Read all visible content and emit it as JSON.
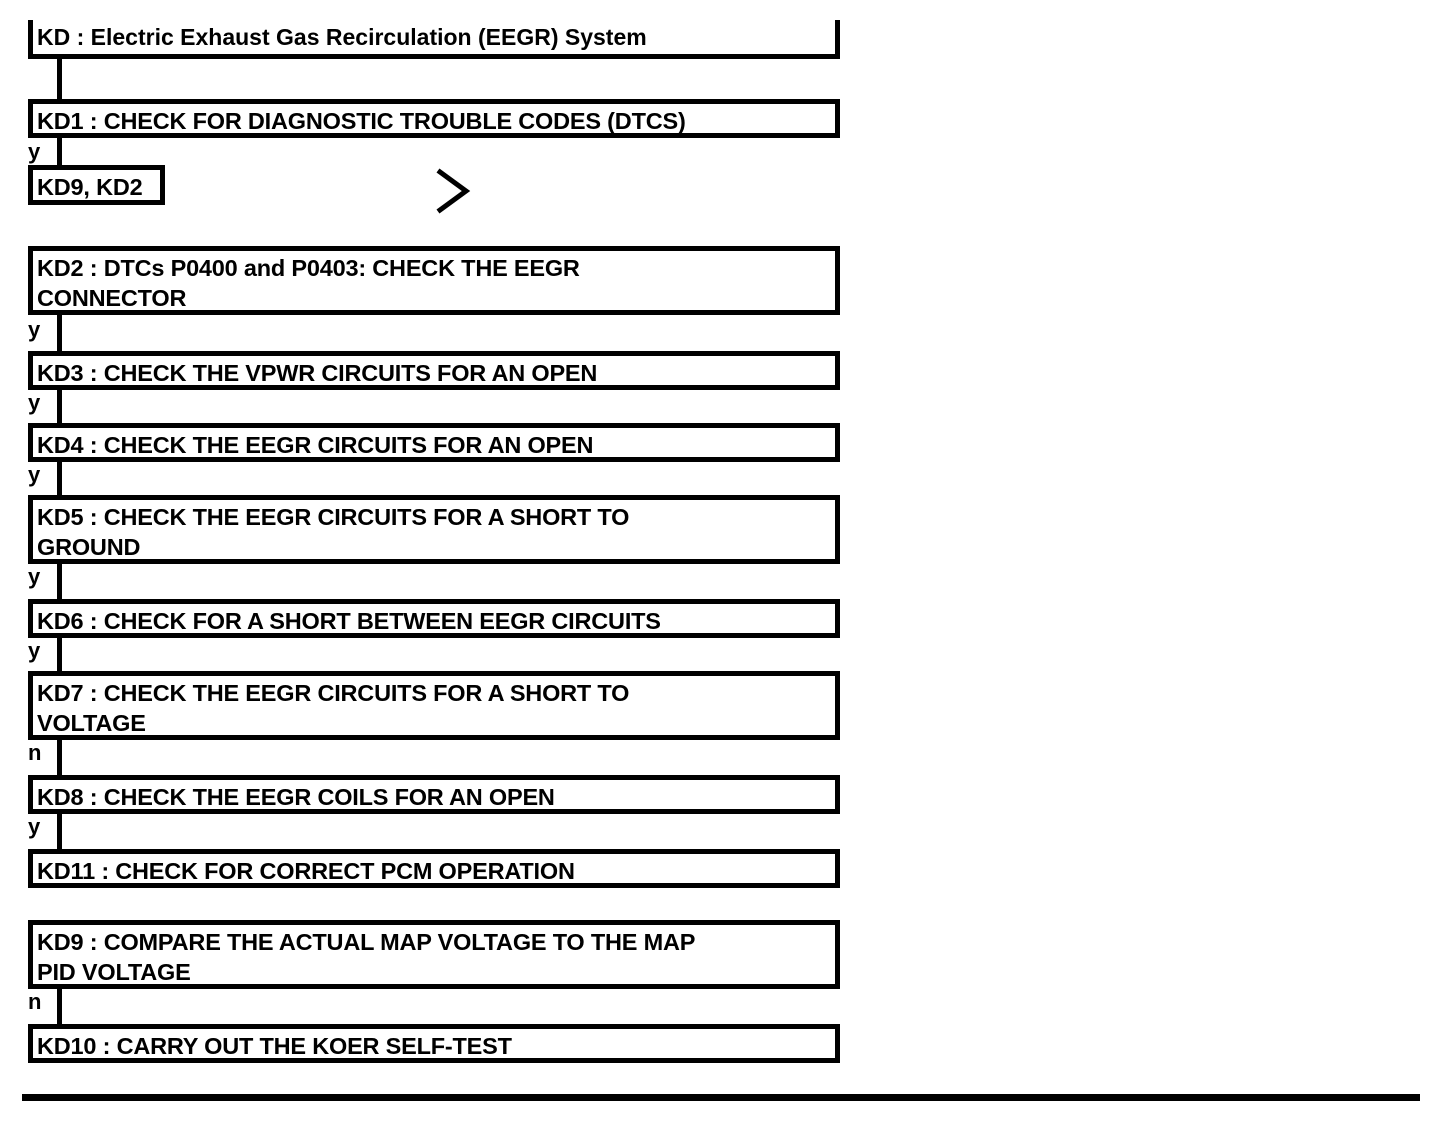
{
  "document": {
    "title": "KD : Electric Exhaust Gas Recirculation (EEGR) System",
    "type": "diagnostic-flowchart"
  },
  "chart_data": {
    "type": "diagram",
    "title": "KD : Electric Exhaust Gas Recirculation (EEGR) System",
    "nodes": [
      {
        "id": "KD",
        "label": "KD : Electric Exhaust Gas Recirculation (EEGR) System"
      },
      {
        "id": "KD1",
        "label": "KD1 : CHECK FOR DIAGNOSTIC TROUBLE CODES (DTCS)"
      },
      {
        "id": "REF",
        "label": "KD9, KD2"
      },
      {
        "id": "KD2",
        "label": "KD2 : DTCs P0400 and P0403: CHECK THE EEGR CONNECTOR"
      },
      {
        "id": "KD3",
        "label": "KD3 : CHECK THE VPWR CIRCUITS FOR AN OPEN"
      },
      {
        "id": "KD4",
        "label": "KD4 : CHECK THE EEGR CIRCUITS FOR AN OPEN"
      },
      {
        "id": "KD5",
        "label": "KD5 : CHECK THE EEGR CIRCUITS FOR A SHORT TO GROUND"
      },
      {
        "id": "KD6",
        "label": "KD6 : CHECK FOR A SHORT BETWEEN EEGR CIRCUITS"
      },
      {
        "id": "KD7",
        "label": "KD7 : CHECK THE EEGR CIRCUITS FOR A SHORT TO VOLTAGE"
      },
      {
        "id": "KD8",
        "label": "KD8 : CHECK THE EEGR COILS FOR AN OPEN"
      },
      {
        "id": "KD11",
        "label": "KD11 : CHECK FOR CORRECT PCM OPERATION"
      },
      {
        "id": "KD9",
        "label": "KD9 : COMPARE THE ACTUAL MAP VOLTAGE TO THE MAP PID VOLTAGE"
      },
      {
        "id": "KD10",
        "label": "KD10 : CARRY OUT THE KOER SELF-TEST"
      }
    ],
    "edges": [
      {
        "from": "KD",
        "to": "KD1",
        "label": ""
      },
      {
        "from": "KD1",
        "to": "REF",
        "label": "y"
      },
      {
        "from": "KD2",
        "to": "KD3",
        "label": "y"
      },
      {
        "from": "KD3",
        "to": "KD4",
        "label": "y"
      },
      {
        "from": "KD4",
        "to": "KD5",
        "label": "y"
      },
      {
        "from": "KD5",
        "to": "KD6",
        "label": "y"
      },
      {
        "from": "KD6",
        "to": "KD7",
        "label": "y"
      },
      {
        "from": "KD7",
        "to": "KD8",
        "label": "n"
      },
      {
        "from": "KD8",
        "to": "KD11",
        "label": "y"
      },
      {
        "from": "KD9",
        "to": "KD10",
        "label": "n"
      }
    ],
    "colors": {
      "stroke": "#000000",
      "fill": "#ffffff",
      "text": "#000000"
    }
  },
  "boxes": {
    "title": "KD : Electric Exhaust Gas Recirculation (EEGR) System",
    "kd1": "KD1 : CHECK FOR DIAGNOSTIC TROUBLE CODES (DTCS)",
    "ref": "KD9, KD2",
    "kd2": "KD2 : DTCs P0400 and P0403: CHECK THE EEGR\nCONNECTOR",
    "kd3": "KD3 : CHECK THE VPWR CIRCUITS FOR AN OPEN",
    "kd4": "KD4 : CHECK THE EEGR CIRCUITS FOR AN OPEN",
    "kd5": "KD5 : CHECK THE EEGR CIRCUITS FOR A SHORT TO\nGROUND",
    "kd6": "KD6 : CHECK FOR A SHORT BETWEEN EEGR CIRCUITS",
    "kd7": "KD7 : CHECK THE EEGR CIRCUITS FOR A SHORT TO\nVOLTAGE",
    "kd8": "KD8 : CHECK THE EEGR COILS FOR AN OPEN",
    "kd11": "KD11 : CHECK FOR CORRECT PCM OPERATION",
    "kd9": "KD9 : COMPARE THE ACTUAL MAP VOLTAGE TO THE MAP\nPID VOLTAGE",
    "kd10": "KD10 : CARRY OUT THE KOER SELF-TEST"
  },
  "branches": {
    "kd1_to_ref": "y",
    "kd2_to_kd3": "y",
    "kd3_to_kd4": "y",
    "kd4_to_kd5": "y",
    "kd5_to_kd6": "y",
    "kd6_to_kd7": "y",
    "kd7_to_kd8": "n",
    "kd8_to_kd11": "y",
    "kd9_to_kd10": "n"
  },
  "glyphs": {
    "chevron": "chevron-right-icon"
  }
}
